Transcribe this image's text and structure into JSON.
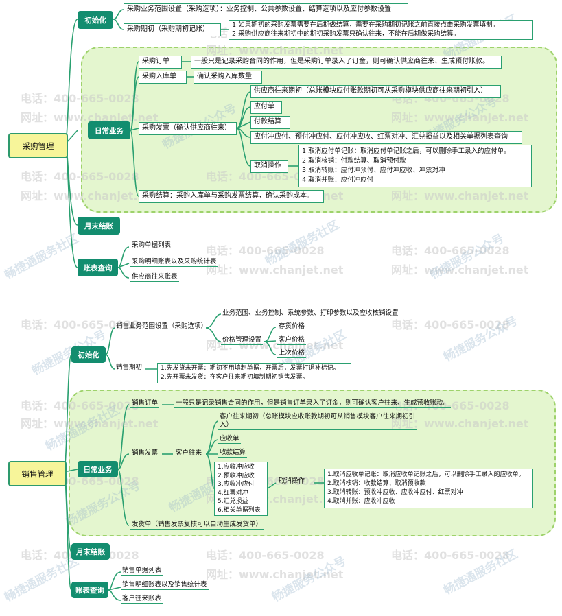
{
  "watermarks": {
    "phone": "电话：400-665-0028",
    "site": "网址：www.chanjet.net",
    "slogan": "畅捷通服务社区",
    "slogan2": "畅捷服务公众号"
  },
  "purchase": {
    "root": "采购管理",
    "init": {
      "label": "初始化",
      "settings": "采购业务范围设置（采购选项）：业务控制、公共参数设置、结算选项以及应付参数设置",
      "period_label": "采购期初（采购期初记账）",
      "period_notes": [
        "1.如果期初的采购发票需要在后期做结算，需要在采购期初记账之前直接点击采购发票填制。",
        "2.采购供应商往来期初中的期初采购发票只确认往来，不能在后期做采购结算。"
      ]
    },
    "daily": {
      "label": "日常业务",
      "order": "采购订单",
      "order_note": "一般只是记录采购合同的作用，但是采购订单录入了订金，则可确认供应商往来、生成预付账款。",
      "inbound": "采购入库单",
      "inbound_note": "确认采购入库数量",
      "invoice": "采购发票（确认供应商往来）",
      "invoice_items": [
        "供应商往来期初（总账模块应付账款期初可从采购模块供应商往来期初引入）",
        "应付单",
        "付款结算",
        "应付冲应付、预付冲应付、应付冲应收、红票对冲、汇兑损益以及相关单据列表查询",
        "取消操作"
      ],
      "cancel_items": [
        "1.取消应付单记账：取消应付单记账之后，可以删除手工录入的应付单。",
        "2.取消核销：付款结算、取消预付款",
        "3.取消转账：应付冲预付、应付冲应收、冲票对冲",
        "4.取消并账：应付冲应付"
      ],
      "settle": "采购结算：采购入库单与采购发票结算，确认采购成本。"
    },
    "month_end": "月末结账",
    "reports": {
      "label": "账表查询",
      "items": [
        "采购单据列表",
        "采购明细账表以及采购统计表",
        "供应商往来账表"
      ]
    }
  },
  "sales": {
    "root": "销售管理",
    "init": {
      "label": "初始化",
      "settings": "销售业务范围设置（采购选项）",
      "settings_items": [
        "业务范围、业务控制、系统参数、打印参数以及应收核销设置",
        "价格管理设置"
      ],
      "price_items": [
        "存货价格",
        "客户价格",
        "上次价格"
      ],
      "period_label": "销售期初",
      "period_notes": [
        "1.先发货未开票：期初不用填制单据，开票后，发票打退补标记。",
        "2.先开票未发货：在客户往来期初填制期初销售发票。"
      ]
    },
    "daily": {
      "label": "日常业务",
      "order": "销售订单",
      "order_note": "一般只是记录销售合同的作用，但是销售订单录入了订金，则可确认客户往来、生成预收账款。",
      "invoice": "销售发票",
      "customer": "客户往来",
      "customer_items": [
        "客户往来期初（总账模块应收账款期初可从销售模块客户往来期初引入）",
        "应收单",
        "收款结算"
      ],
      "offset_items": [
        "1.应收冲应收",
        "2.预收冲应收",
        "3.应收冲应付",
        "4.红票对冲",
        "5.汇兑损益",
        "6.相关单据列表"
      ],
      "cancel": "取消操作",
      "cancel_items": [
        "1.取消应收单记账：取消应收单记账之后，可以删除手工录入的应收单。",
        "2.取消核销：收款结算、取消预收款",
        "3.取消转账：预收冲应收、应收冲应付、红票对冲",
        "4.取消并账：应收冲应收"
      ],
      "delivery": "发货单（销售发票复核可以自动生成发货单）"
    },
    "month_end": "月末结账",
    "reports": {
      "label": "账表查询",
      "items": [
        "销售单据列表",
        "销售明细账表以及销售统计表",
        "客户往来账表"
      ]
    }
  }
}
